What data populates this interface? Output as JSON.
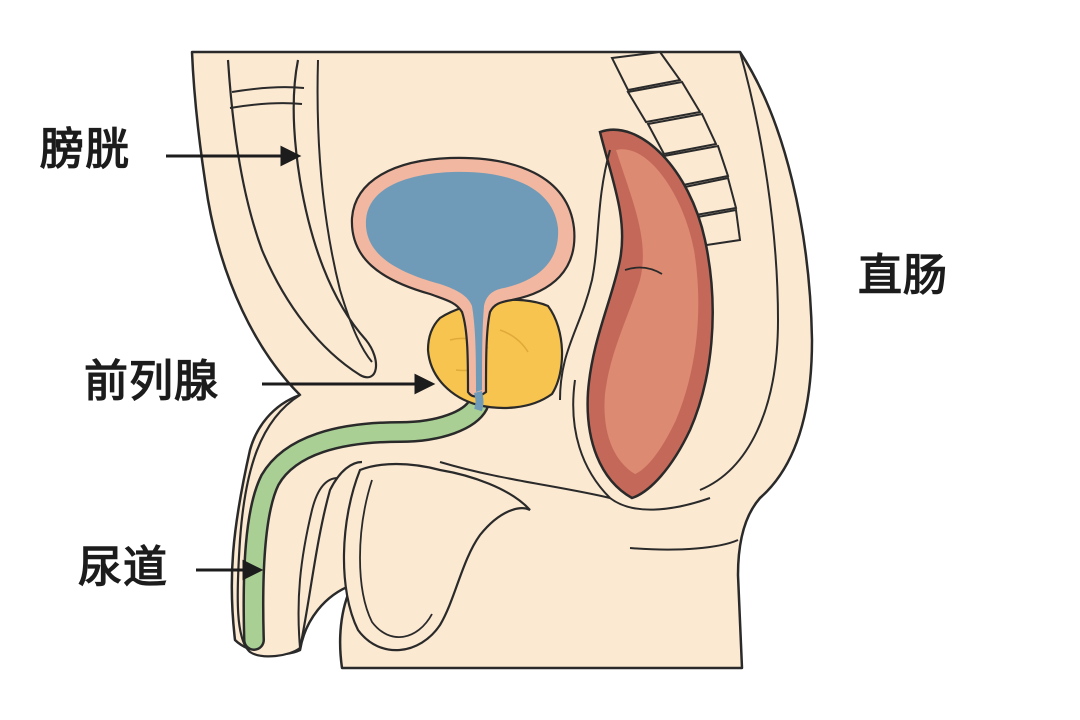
{
  "labels": {
    "bladder": "膀胱",
    "prostate": "前列腺",
    "urethra": "尿道",
    "rectum": "直肠"
  },
  "colors": {
    "skin": "#fbe9d2",
    "outline": "#2a2a2a",
    "bladder_wall": "#f1b7a0",
    "bladder_fill": "#6f9bb8",
    "prostate": "#f7c44f",
    "urethra": "#a9cf95",
    "rectum_outer": "#c4695a",
    "rectum_inner": "#dd8a72",
    "label_text": "#1c1c1c"
  }
}
